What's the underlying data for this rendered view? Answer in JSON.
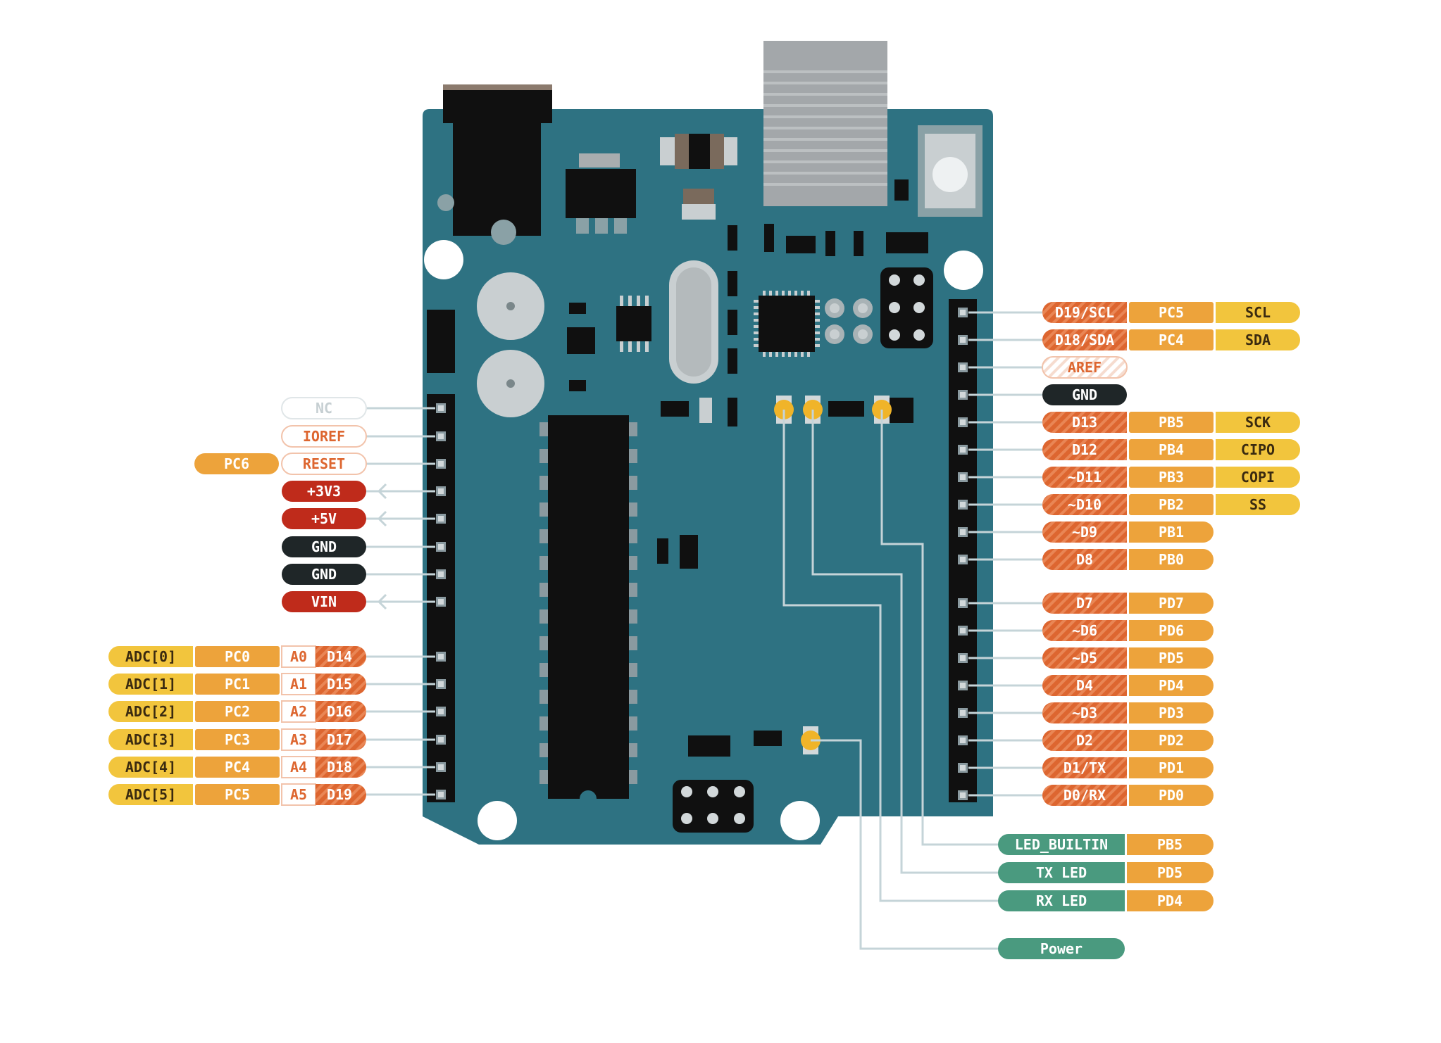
{
  "colors": {
    "board": "#2e7282",
    "board_dark": "#1f5965",
    "header": "#131a1c",
    "pin": "#8a9aa0",
    "wire": "#c5d4d8",
    "led": "#f0b429",
    "digital": "#dd6630",
    "port": "#eda33b",
    "alt": "#f2c53d",
    "power": "#bf2b1b",
    "ground": "#1f2628",
    "green": "#4a9a7f",
    "outline": "#e0e6e8",
    "white": "#ffffff"
  },
  "left_pins": [
    {
      "label": "NC",
      "style": "nc"
    },
    {
      "label": "IOREF",
      "style": "outline-orange"
    },
    {
      "label": "RESET",
      "style": "outline-orange",
      "port": "PC6"
    },
    {
      "label": "+3V3",
      "style": "power"
    },
    {
      "label": "+5V",
      "style": "power"
    },
    {
      "label": "GND",
      "style": "ground"
    },
    {
      "label": "GND",
      "style": "ground"
    },
    {
      "label": "VIN",
      "style": "power"
    }
  ],
  "analog_pins": [
    {
      "adc": "ADC[0]",
      "port": "PC0",
      "analog": "A0",
      "digital": "D14"
    },
    {
      "adc": "ADC[1]",
      "port": "PC1",
      "analog": "A1",
      "digital": "D15"
    },
    {
      "adc": "ADC[2]",
      "port": "PC2",
      "analog": "A2",
      "digital": "D16"
    },
    {
      "adc": "ADC[3]",
      "port": "PC3",
      "analog": "A3",
      "digital": "D17"
    },
    {
      "adc": "ADC[4]",
      "port": "PC4",
      "analog": "A4",
      "digital": "D18"
    },
    {
      "adc": "ADC[5]",
      "port": "PC5",
      "analog": "A5",
      "digital": "D19"
    }
  ],
  "right_pins_top": [
    {
      "label": "D19/SCL",
      "style": "digital",
      "port": "PC5",
      "alt": "SCL"
    },
    {
      "label": "D18/SDA",
      "style": "digital",
      "port": "PC4",
      "alt": "SDA"
    },
    {
      "label": "AREF",
      "style": "outline-orange"
    },
    {
      "label": "GND",
      "style": "ground"
    },
    {
      "label": "D13",
      "style": "digital",
      "port": "PB5",
      "alt": "SCK"
    },
    {
      "label": "D12",
      "style": "digital",
      "port": "PB4",
      "alt": "CIPO"
    },
    {
      "label": "~D11",
      "style": "digital",
      "port": "PB3",
      "alt": "COPI"
    },
    {
      "label": "~D10",
      "style": "digital",
      "port": "PB2",
      "alt": "SS"
    },
    {
      "label": "~D9",
      "style": "digital",
      "port": "PB1"
    },
    {
      "label": "D8",
      "style": "digital",
      "port": "PB0"
    }
  ],
  "right_pins_bottom": [
    {
      "label": "D7",
      "port": "PD7"
    },
    {
      "label": "~D6",
      "port": "PD6"
    },
    {
      "label": "~D5",
      "port": "PD5"
    },
    {
      "label": "D4",
      "port": "PD4"
    },
    {
      "label": "~D3",
      "port": "PD3"
    },
    {
      "label": "D2",
      "port": "PD2"
    },
    {
      "label": "D1/TX",
      "port": "PD1"
    },
    {
      "label": "D0/RX",
      "port": "PD0"
    }
  ],
  "leds": [
    {
      "label": "LED_BUILTIN",
      "port": "PB5"
    },
    {
      "label": "TX LED",
      "port": "PD5"
    },
    {
      "label": "RX LED",
      "port": "PD4"
    },
    {
      "label": "Power"
    }
  ]
}
